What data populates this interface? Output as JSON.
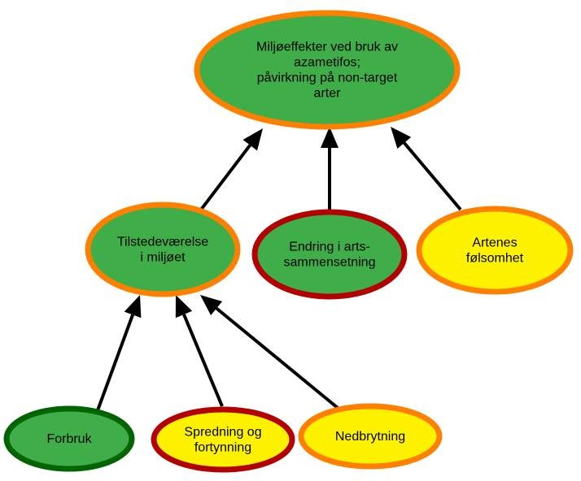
{
  "colors": {
    "green": "#3fad48",
    "yellow": "#fff200",
    "orange": "#ff8000",
    "dark_red": "#b30000",
    "dark_green": "#006400",
    "arrow": "#000000"
  },
  "nodes": {
    "root": {
      "lines": [
        "Miljøeffekter ved bruk av",
        "azametifos;",
        "påvirkning på non-target",
        "arter"
      ],
      "fill": "green",
      "border": "orange"
    },
    "presence": {
      "lines": [
        "Tilstedeværelse",
        "i miljøet"
      ],
      "fill": "green",
      "border": "orange"
    },
    "composition": {
      "lines": [
        "Endring i arts-",
        "sammensetning"
      ],
      "fill": "green",
      "border": "dark_red"
    },
    "sensitivity": {
      "lines": [
        "Artenes",
        "følsomhet"
      ],
      "fill": "yellow",
      "border": "orange"
    },
    "usage": {
      "lines": [
        "Forbruk"
      ],
      "fill": "green",
      "border": "dark_green"
    },
    "spreading": {
      "lines": [
        "Spredning og",
        "fortynning"
      ],
      "fill": "yellow",
      "border": "dark_red"
    },
    "degradation": {
      "lines": [
        "Nedbrytning"
      ],
      "fill": "yellow",
      "border": "orange"
    }
  },
  "edges": [
    {
      "from": "presence",
      "to": "root"
    },
    {
      "from": "composition",
      "to": "root"
    },
    {
      "from": "sensitivity",
      "to": "root"
    },
    {
      "from": "usage",
      "to": "presence"
    },
    {
      "from": "spreading",
      "to": "presence"
    },
    {
      "from": "degradation",
      "to": "presence"
    }
  ]
}
